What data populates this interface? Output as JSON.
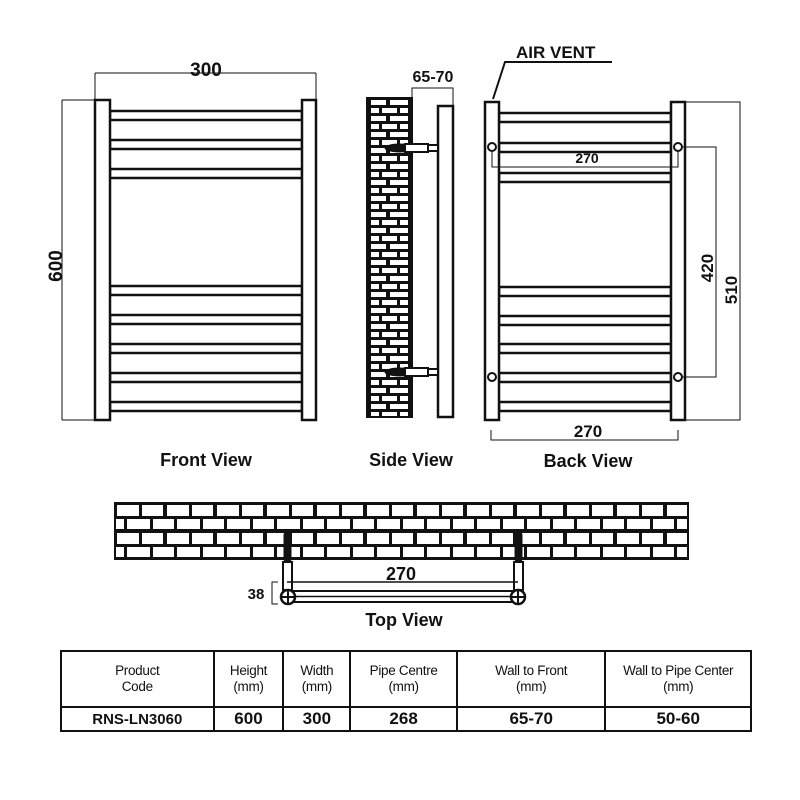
{
  "front_view": {
    "label": "Front View",
    "width_dim": "300",
    "height_dim": "600"
  },
  "side_view": {
    "label": "Side View",
    "depth_dim": "65-70"
  },
  "back_view": {
    "label": "Back View",
    "air_vent": "AIR VENT",
    "inner_width_dim": "270",
    "bottom_width_dim": "270",
    "pipe_dim_inner": "420",
    "pipe_dim_outer": "510"
  },
  "top_view": {
    "label": "Top View",
    "width_dim": "270",
    "depth_dim": "38"
  },
  "table": {
    "headers": [
      [
        "Product",
        "Code"
      ],
      [
        "Height",
        "(mm)"
      ],
      [
        "Width",
        "(mm)"
      ],
      [
        "Pipe Centre",
        "(mm)"
      ],
      [
        "Wall to Front",
        "(mm)"
      ],
      [
        "Wall to Pipe Center",
        "(mm)"
      ]
    ],
    "row": [
      "RNS-LN3060",
      "600",
      "300",
      "268",
      "65-70",
      "50-60"
    ]
  }
}
